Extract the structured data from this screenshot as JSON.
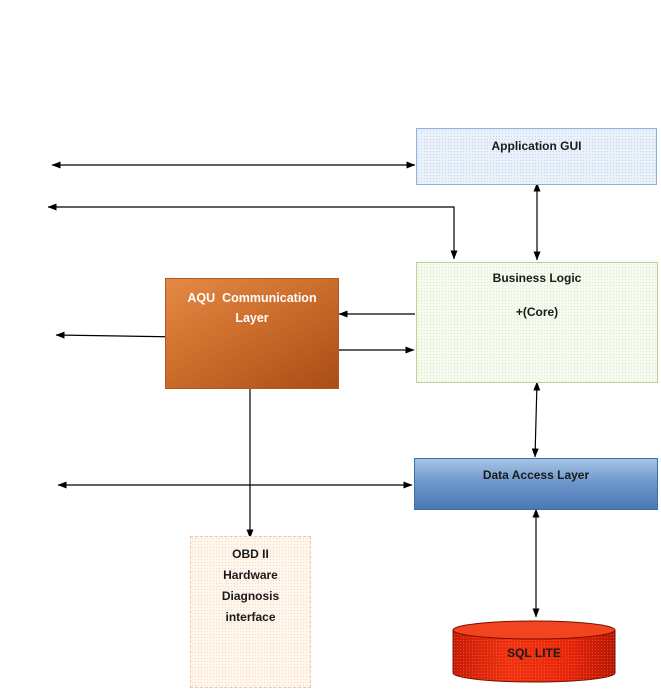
{
  "nodes": {
    "app_gui": "Application GUI",
    "business_logic": [
      "Business Logic",
      "+(Core)"
    ],
    "aqu_layer": [
      "AQU  Communication",
      "Layer"
    ],
    "data_access_layer": "Data Access Layer",
    "obd": [
      "OBD II",
      "Hardware",
      "Diagnosis",
      "interface"
    ],
    "sqlite": "SQL LITE"
  },
  "colors": {
    "arrow": "#000000",
    "aqu_fill": "#cd6e2c",
    "dal_fill": "#6f98cc",
    "sqlite_fill": "#e8260a"
  }
}
